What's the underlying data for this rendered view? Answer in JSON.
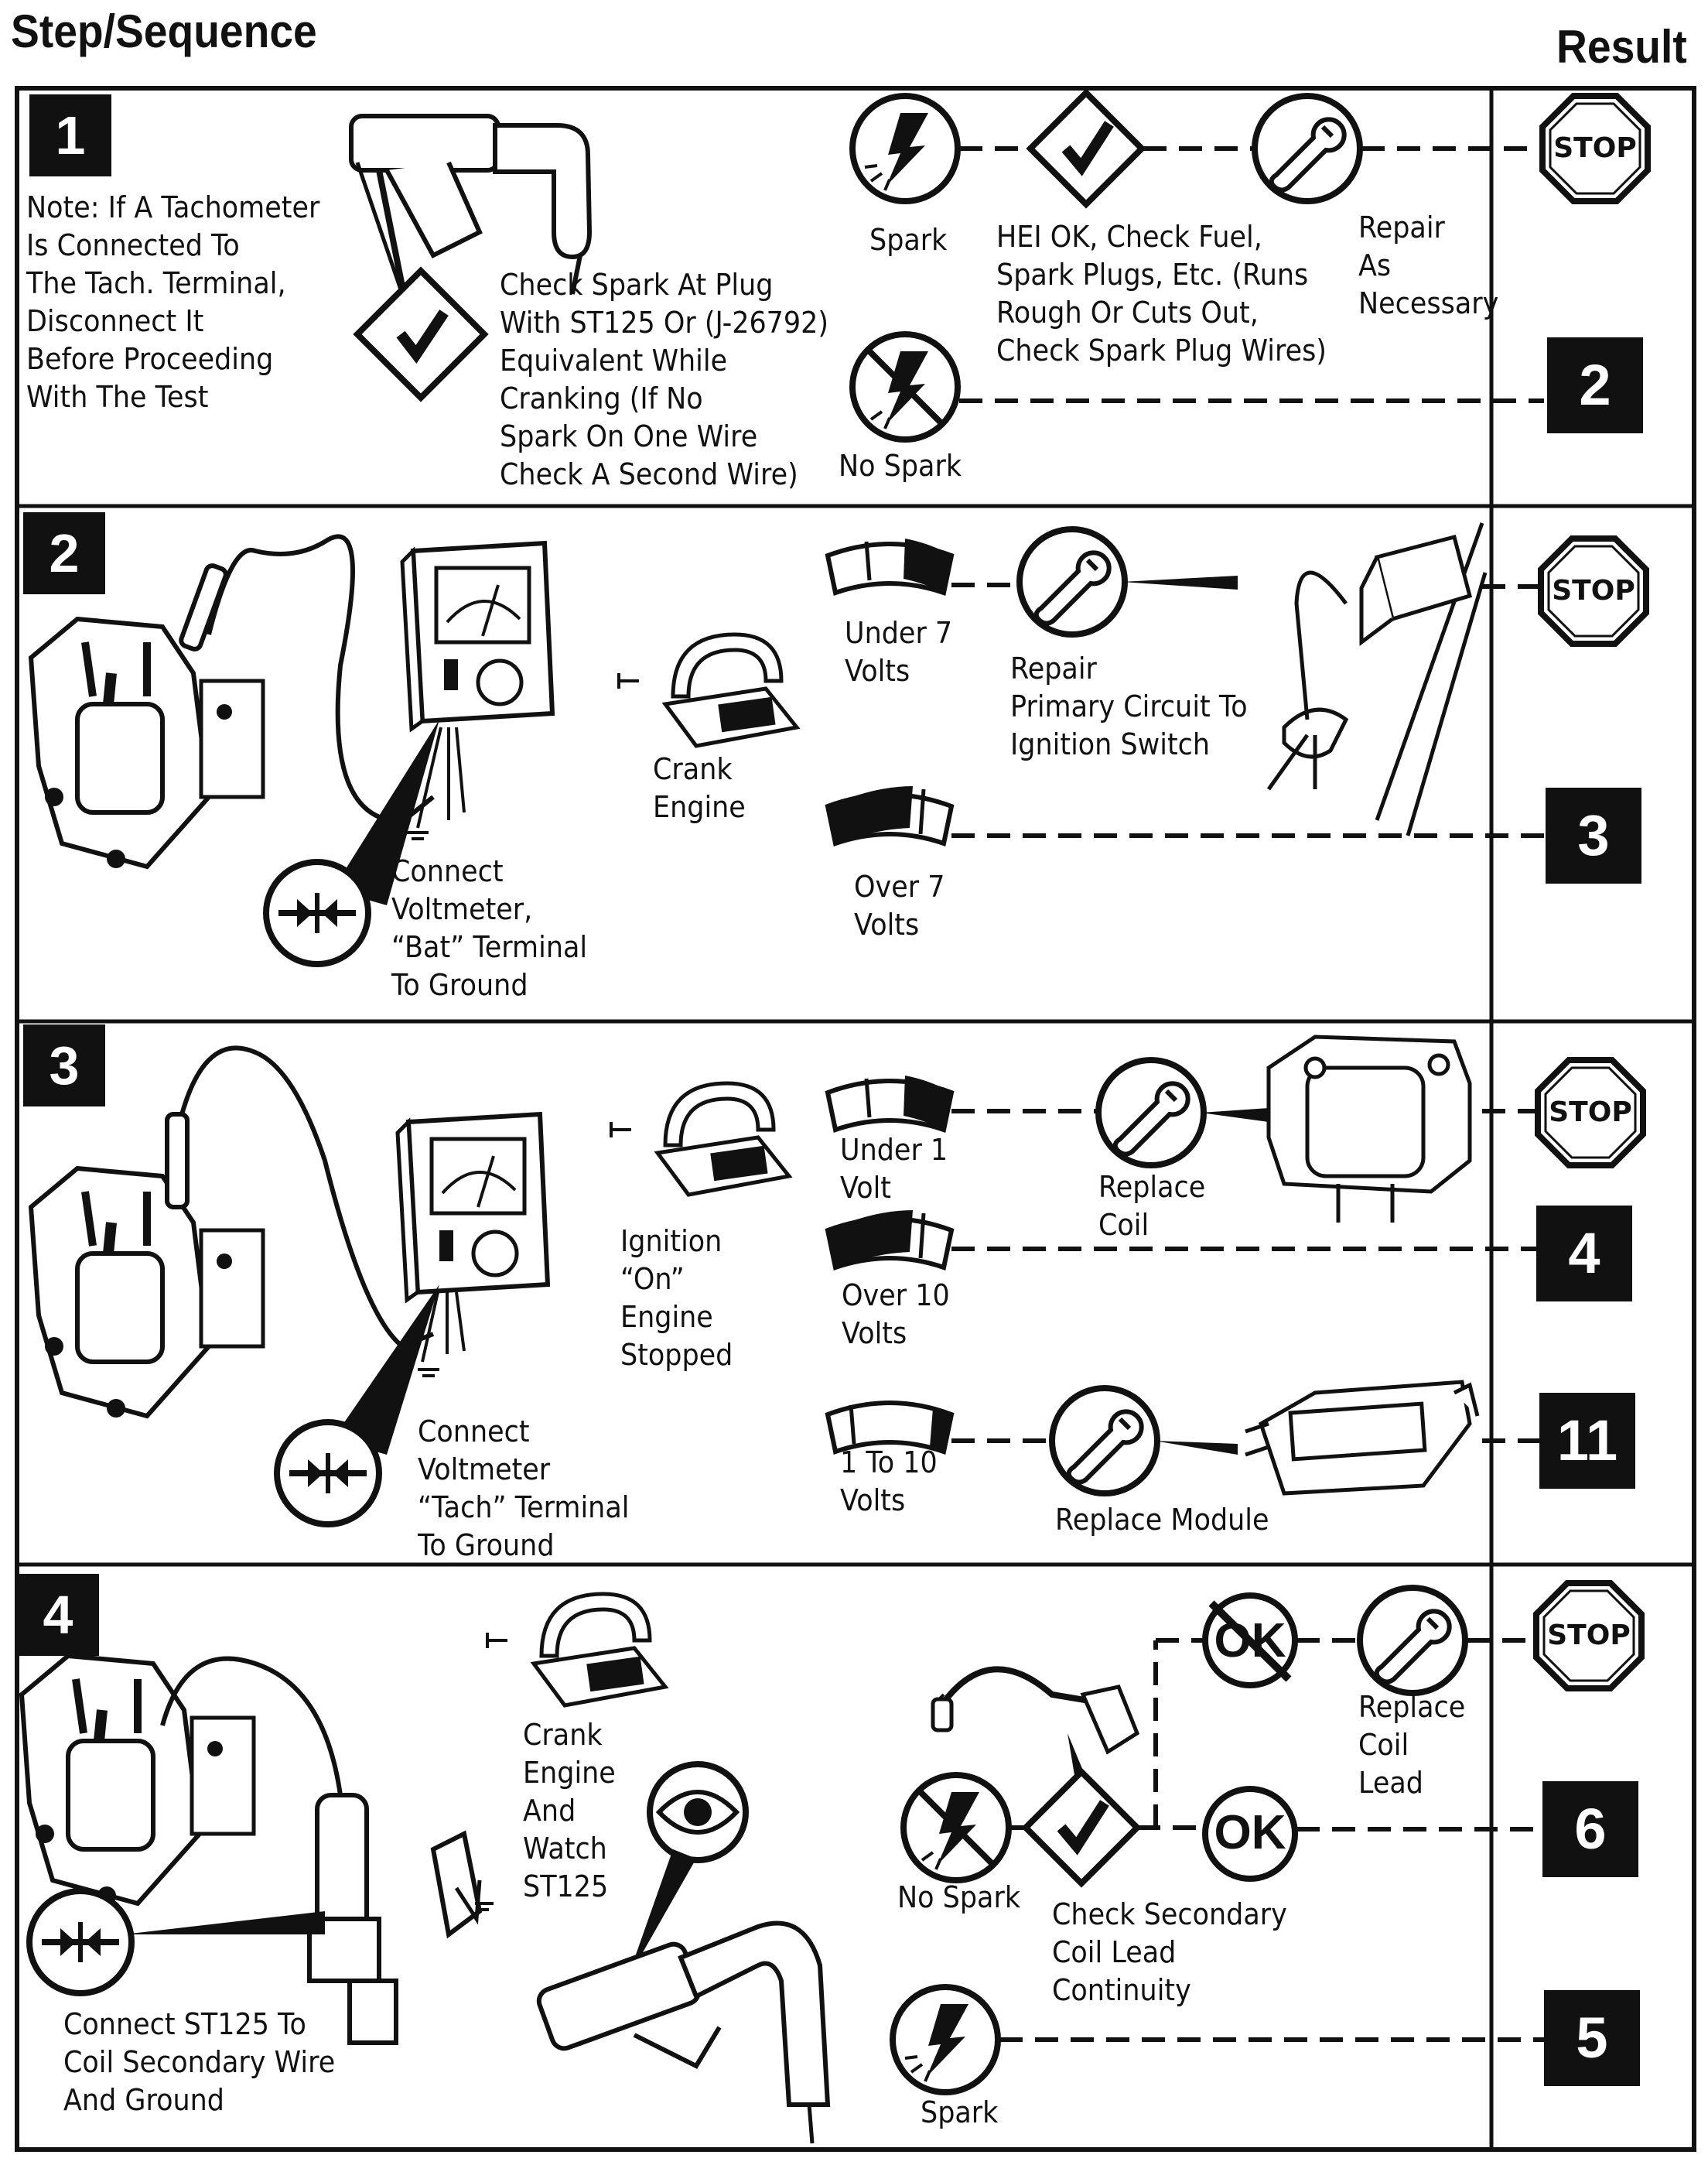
{
  "header": {
    "left_title": "Step/Sequence",
    "right_title": "Result"
  },
  "steps": [
    {
      "number": "1",
      "note": "Note:  If A Tachometer\n           Is Connected To\n           The Tach. Terminal,\n           Disconnect It\n           Before Proceeding\n           With The Test",
      "action": "Check Spark At Plug\nWith ST125 Or (J-26792)\nEquivalent While\nCranking (If No\nSpark On One Wire\nCheck A Second Wire)",
      "spark": "Spark",
      "no_spark": "No Spark",
      "hei_ok": "HEI OK, Check Fuel,\nSpark Plugs, Etc. (Runs\nRough Or Cuts Out,\nCheck Spark Plug Wires)",
      "repair": "Repair\nAs\nNecessary",
      "results": [
        "STOP",
        "2"
      ]
    },
    {
      "number": "2",
      "connect": "Connect\nVoltmeter,\n“Bat” Terminal\nTo Ground",
      "crank": "Crank\nEngine",
      "under": "Under 7\nVolts",
      "over": "Over 7\nVolts",
      "repair": "Repair\nPrimary Circuit To\nIgnition Switch",
      "results": [
        "STOP",
        "3"
      ]
    },
    {
      "number": "3",
      "connect": "Connect\nVoltmeter\n“Tach” Terminal\nTo Ground",
      "ignition": "Ignition\n“On”\nEngine\nStopped",
      "under": "Under 1\nVolt",
      "over": "Over 10\nVolts",
      "between": "1 To 10\nVolts",
      "replace_coil": "Replace\nCoil",
      "replace_module": "Replace Module",
      "results": [
        "STOP",
        "4",
        "11"
      ]
    },
    {
      "number": "4",
      "connect": "Connect ST125 To\nCoil Secondary Wire\nAnd Ground",
      "crank": "Crank\nEngine\nAnd\nWatch\nST125",
      "no_spark": "No Spark",
      "spark": "Spark",
      "check": "Check Secondary\nCoil  Lead\nContinuity",
      "not_ok": "OK",
      "ok": "OK",
      "replace_lead": "Replace\nCoil\nLead",
      "results": [
        "STOP",
        "6",
        "5"
      ]
    }
  ]
}
